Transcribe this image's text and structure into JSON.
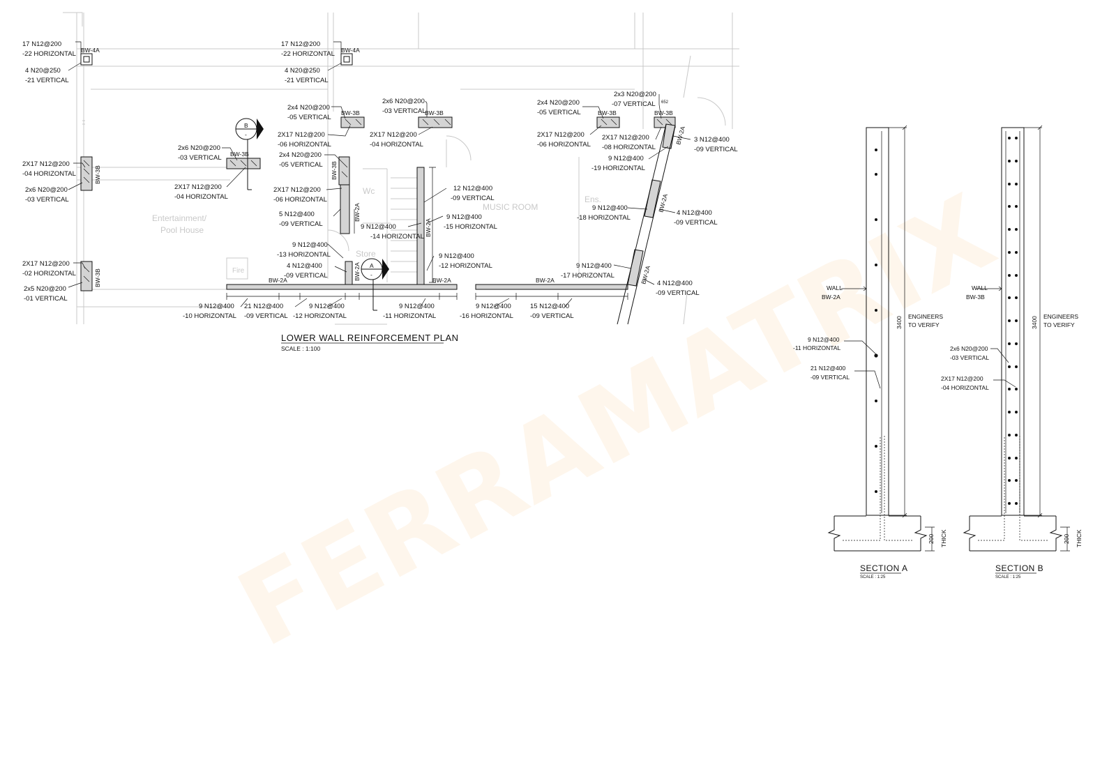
{
  "watermark": "FERRAMATRIX",
  "plan": {
    "title": "LOWER WALL REINFORCEMENT PLAN",
    "scale": "SCALE : 1:100",
    "rooms": {
      "entertainment_1": "Entertainment/",
      "entertainment_2": "Pool House",
      "music": "MUSIC ROOM",
      "wc": "Wc",
      "store": "Store",
      "ens": "Ens.",
      "fire": "Fire"
    },
    "tags": {
      "bw4a": "BW-4A",
      "bw3b": "BW-3B",
      "bw2a": "BW-2A"
    },
    "markers": {
      "a_letter": "A",
      "b_letter": "B",
      "dash": "-"
    },
    "notes": {
      "n1a": "17  N12@200",
      "n1b": "-22  HORIZONTAL",
      "n2a": "4  N20@250",
      "n2b": "-21  VERTICAL",
      "n3a": "17  N12@200",
      "n3b": "-22  HORIZONTAL",
      "n4a": "4  N20@250",
      "n4b": "-21  VERTICAL",
      "n5a": "2x4  N20@200",
      "n5b": "-05  VERTICAL",
      "n6a": "2x6  N20@200",
      "n6b": "-03  VERTICAL",
      "n7a": "2x4  N20@200",
      "n7b": "-05  VERTICAL",
      "n8a": "2x3  N20@200",
      "n8b": "-07  VERTICAL",
      "n8c": "652",
      "n9a": "2X17  N12@200",
      "n9b": "-06  HORIZONTAL",
      "n10a": "2X17  N12@200",
      "n10b": "-04  HORIZONTAL",
      "n11a": "2X17  N12@200",
      "n11b": "-06  HORIZONTAL",
      "n12a": "2X17  N12@200",
      "n12b": "-08  HORIZONTAL",
      "n13a": "3  N12@400",
      "n13b": "-09  VERTICAL",
      "n14a": "9  N12@400",
      "n14b": "-19  HORIZONTAL",
      "n15a": "2x6  N20@200",
      "n15b": "-03  VERTICAL",
      "n16a": "2x4  N20@200",
      "n16b": "-05  VERTICAL",
      "n17a": "2X17  N12@200",
      "n17b": "-04  HORIZONTAL",
      "n18a": "2X17  N12@200",
      "n18b": "-04  HORIZONTAL",
      "n19a": "2x6  N20@200",
      "n19b": "-03  VERTICAL",
      "n20a": "2X17  N12@200",
      "n20b": "-06  HORIZONTAL",
      "n21a": "12  N12@400",
      "n21b": "-09  VERTICAL",
      "n22a": "9  N12@400",
      "n22b": "-18  HORIZONTAL",
      "n23a": "4  N12@400",
      "n23b": "-09  VERTICAL",
      "n24a": "5  N12@400",
      "n24b": "-09  VERTICAL",
      "n25a": "9  N12@400",
      "n25b": "-14  HORIZONTAL",
      "n26a": "9  N12@400",
      "n26b": "-15  HORIZONTAL",
      "n27a": "9  N12@400",
      "n27b": "-13  HORIZONTAL",
      "n28a": "9  N12@400",
      "n28b": "-12  HORIZONTAL",
      "n29a": "4  N12@400",
      "n29b": "-09  VERTICAL",
      "n30a": "9  N12@400",
      "n30b": "-17  HORIZONTAL",
      "n31a": "4  N12@400",
      "n31b": "-09  VERTICAL",
      "n32a": "2X17  N12@200",
      "n32b": "-02  HORIZONTAL",
      "n33a": "2x5  N20@200",
      "n33b": "-01  VERTICAL",
      "n34a": "9  N12@400",
      "n34b": "-10  HORIZONTAL",
      "n35a": "21  N12@400",
      "n35b": "-09  VERTICAL",
      "n36a": "9  N12@400",
      "n36b": "-12  HORIZONTAL",
      "n37a": "9  N12@400",
      "n37b": "-11  HORIZONTAL",
      "n38a": "9  N12@400",
      "n38b": "-16  HORIZONTAL",
      "n39a": "15  N12@400",
      "n39b": "-09  VERTICAL"
    }
  },
  "section_a": {
    "title": "SECTION  A",
    "scale": "SCALE : 1:25",
    "wall_1": "WALL",
    "wall_2": "BW-2A",
    "height": "3400",
    "verify_1": "ENGINEERS",
    "verify_2": "TO VERIFY",
    "n1a": "9  N12@400",
    "n1b": "-11  HORIZONTAL",
    "n2a": "21  N12@400",
    "n2b": "-09  VERTICAL",
    "thick_1": "200",
    "thick_2": "THICK"
  },
  "section_b": {
    "title": "SECTION  B",
    "scale": "SCALE : 1:25",
    "wall_1": "WALL",
    "wall_2": "BW-3B",
    "height": "3400",
    "verify_1": "ENGINEERS",
    "verify_2": "TO VERIFY",
    "n1a": "2x6  N20@200",
    "n1b": "-03  VERTICAL",
    "n2a": "2X17  N12@200",
    "n2b": "-04  HORIZONTAL",
    "thick_1": "200",
    "thick_2": "THICK"
  }
}
